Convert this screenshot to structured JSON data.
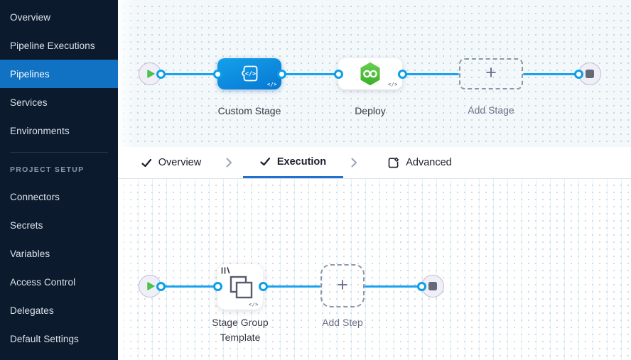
{
  "sidebar": {
    "nav_items": [
      {
        "label": "Overview",
        "active": false
      },
      {
        "label": "Pipeline Executions",
        "active": false
      },
      {
        "label": "Pipelines",
        "active": true
      },
      {
        "label": "Services",
        "active": false
      },
      {
        "label": "Environments",
        "active": false
      }
    ],
    "section_label": "PROJECT SETUP",
    "setup_items": [
      {
        "label": "Connectors"
      },
      {
        "label": "Secrets"
      },
      {
        "label": "Variables"
      },
      {
        "label": "Access Control"
      },
      {
        "label": "Delegates"
      },
      {
        "label": "Default Settings"
      }
    ]
  },
  "tab_bar": {
    "overview": {
      "label": "Overview",
      "icon": "check"
    },
    "execution": {
      "label": "Execution",
      "icon": "check",
      "active": true
    },
    "advanced": {
      "label": "Advanced",
      "icon": "panel-gear"
    }
  },
  "stage_canvas": {
    "start_icon": "play",
    "end_icon": "stop",
    "nodes": {
      "custom_stage": {
        "label": "Custom Stage",
        "badge": "</>",
        "icon": "code-template"
      },
      "deploy": {
        "label": "Deploy",
        "badge": "</>",
        "icon": "cd-hexagon"
      },
      "add_stage": {
        "label": "Add Stage",
        "glyph": "+"
      }
    }
  },
  "step_canvas": {
    "start_icon": "play",
    "end_icon": "stop",
    "nodes": {
      "stage_group": {
        "label": "Stage Group Template",
        "badge": "</>",
        "icon": "overlapping-squares"
      },
      "add_step": {
        "label": "Add Step",
        "glyph": "+"
      }
    }
  },
  "colors": {
    "sidebar_bg": "#0b1a2c",
    "nav_active_blue": "#1171c2",
    "connector_line_blue": "#1ba2ef",
    "connection_dot_blue": "#0b9fe8",
    "tab_underline_blue": "#2170cf",
    "custom_stage_blue": "#0b8fe0",
    "deploy_green": "#49c43d",
    "play_green": "#4fc14d",
    "canvas_top_bg": "#f3f8fb"
  }
}
